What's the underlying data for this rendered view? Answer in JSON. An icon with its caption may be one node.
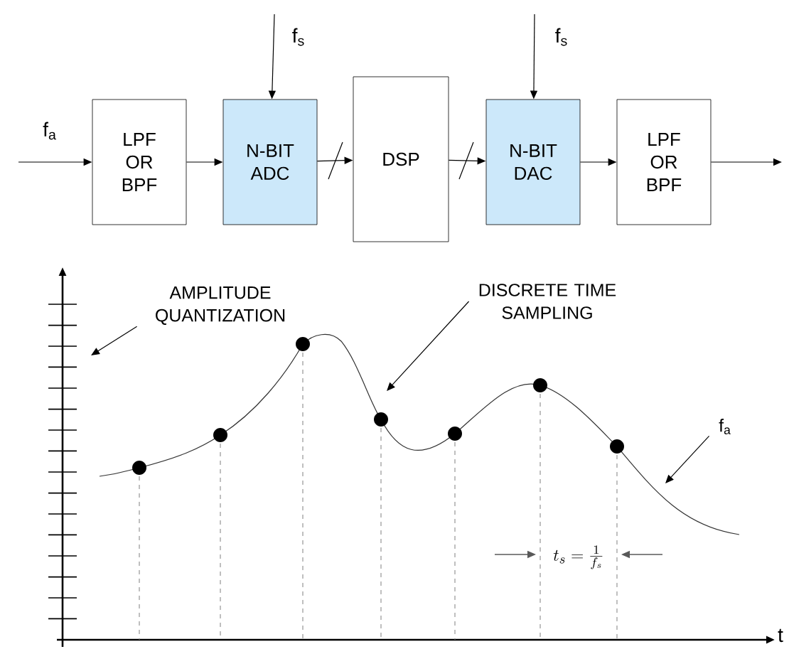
{
  "diagram": {
    "nodes": [
      {
        "text": [
          "LPF OR BPF"
        ]
      },
      {
        "text": [
          "N-BIT ADC"
        ]
      },
      {
        "text": [
          "DSP"
        ]
      },
      {
        "text": [
          "N-BIT DAC"
        ]
      },
      {
        "text": [
          "LPF OR BPF"
        ]
      },
      {
        "text": [
          "AMPLITUDE QUANTIZATION"
        ]
      },
      {
        "text": [
          "DISCRETE TIME SAMPLING"
        ]
      },
      {
        "text": [
          "f$_{a}$"
        ]
      }
    ],
    "edges": [
      {
        "from": null,
        "to": 0,
        "arrow": "to",
        "label": "f$_{a}$"
      },
      {
        "from": 0,
        "to": 1,
        "arrow": "to"
      },
      {
        "from": 1,
        "to": 2,
        "arrow": "to"
      },
      {
        "from": 2,
        "to": 3,
        "arrow": "to"
      },
      {
        "from": 3,
        "to": 4,
        "arrow": "to"
      },
      {
        "from": 4,
        "to": null,
        "arrow": "to"
      },
      {
        "from": null,
        "to": 1,
        "arrow": "to",
        "label": "f$_{s}$"
      },
      {
        "from": null,
        "to": 3,
        "arrow": "to",
        "label": "f$_{s}$"
      },
      {
        "from": 5,
        "to": null,
        "arrow": "to"
      },
      {
        "from": 6,
        "to": null,
        "arrow": "to"
      },
      {
        "from": 7,
        "to": null,
        "arrow": "to"
      }
    ],
    "labels": [
      "t_s = \\frac{1}{f_s}",
      "t"
    ]
  }
}
